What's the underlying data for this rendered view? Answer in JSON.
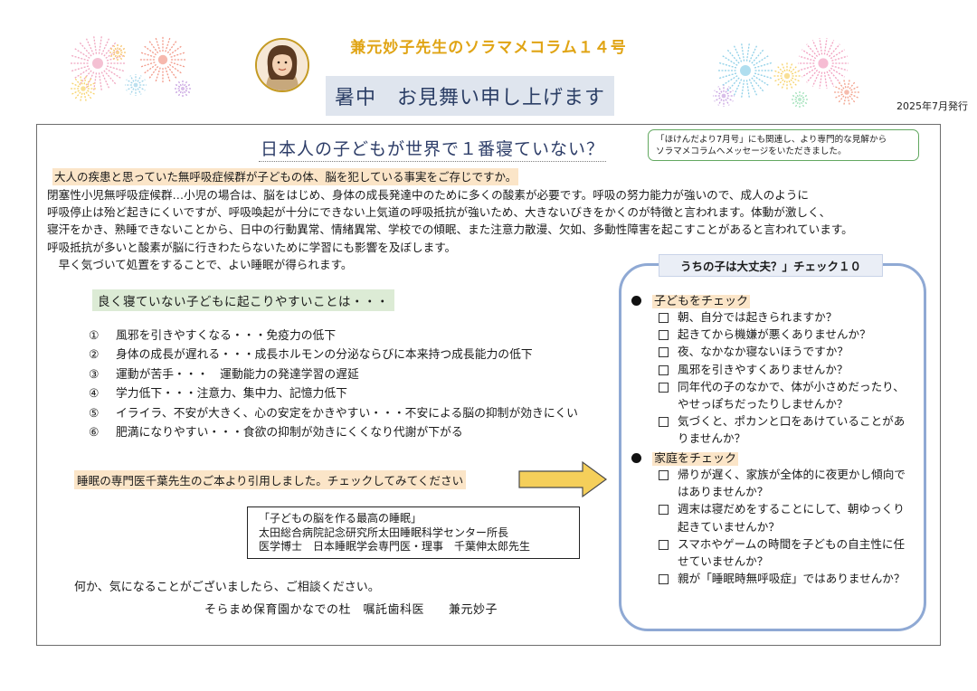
{
  "header": {
    "title": "兼元妙子先生のソラマメコラム１４号",
    "greeting": "暑中　お見舞い申し上げます",
    "date": "2025年7月発行"
  },
  "note": {
    "lines": [
      "「ほけんだより7月号」にも関連し、より専門的な見解から",
      "ソラマメコラムへメッセージをいただきました。"
    ]
  },
  "main": {
    "heading": "日本人の子どもが世界で１番寝ていない？",
    "lead": "大人の疾患と思っていた無呼吸症候群が子どもの体、脳を犯している事実をご存じですか。",
    "body_lines": [
      "閉塞性小児無呼吸症候群…小児の場合は、脳をはじめ、身体の成長発達中のために多くの酸素が必要です。呼吸の努力能力が強いので、成人のように",
      "呼吸停止は殆ど起きにくいですが、呼吸喚起が十分にできない上気道の呼吸抵抗が強いため、大きないびきをかくのが特徴と言われます。体動が激しく、",
      "寝汗をかき、熟睡できないことから、日中の行動異常、情緒異常、学校での傾眠、また注意力散漫、欠如、多動性障害を起こすことがあると言われています。",
      "呼吸抵抗が多いと酸素が脳に行きわたらないために学習にも影響を及ぼします。",
      "　早く気づいて処置をすることで、よい睡眠が得られます。"
    ],
    "symptom_heading": "良く寝ていない子どもに起こりやすいことは・・・",
    "symptoms": [
      {
        "num": "①",
        "text": "風邪を引きやすくなる・・・免疫力の低下"
      },
      {
        "num": "②",
        "text": "身体の成長が遅れる・・・成長ホルモンの分泌ならびに本来持つ成長能力の低下"
      },
      {
        "num": "③",
        "text": "運動が苦手・・・　運動能力の発達学習の遅延"
      },
      {
        "num": "④",
        "text": "学力低下・・・注意力、集中力、記憶力低下"
      },
      {
        "num": "⑤",
        "text": "イライラ、不安が大きく、心の安定をかきやすい・・・不安による脳の抑制が効きにくい"
      },
      {
        "num": "⑥",
        "text": "肥満になりやすい・・・食欲の抑制が効きにくくなり代謝が下がる"
      }
    ],
    "quote_line": "睡眠の専門医千葉先生のご本より引用しました。チェックしてみてください",
    "book": [
      "「子どもの脳を作る最高の睡眠」",
      "太田総合病院記念研究所太田睡眠科学センター所長",
      "医学博士　日本睡眠学会専門医・理事　千葉伸太郎先生"
    ],
    "closing": "何か、気になることがございましたら、ご相談ください。",
    "signature": "そらまめ保育園かなでの杜　嘱託歯科医　　兼元妙子"
  },
  "checklist": {
    "title": "うちの子は大丈夫？」チェック１０",
    "sections": [
      {
        "label": "子どもをチェック",
        "items": [
          "朝、自分では起きられますか？",
          "起きてから機嫌が悪くありませんか？",
          "夜、なかなか寝ないほうですか？",
          "風邪を引きやすくありませんか？",
          "同年代の子のなかで、体が小さめだったり、やせっぽちだったりしませんか？",
          "気づくと、ポカンと口をあけていることがありませんか？"
        ]
      },
      {
        "label": "家庭をチェック",
        "items": [
          "帰りが遅く、家族が全体的に夜更かし傾向ではありませんか？",
          "週末は寝だめをすることにして、朝ゆっくり起きていませんか？",
          "スマホやゲームの時間を子どもの自主性に任せていませんか？",
          "親が「睡眠時無呼吸症」ではありませんか？"
        ]
      }
    ]
  },
  "colors": {
    "title_gold": "#e0a414",
    "peach_highlight": "#fbe5c8",
    "green_highlight": "#dcebd5",
    "checklist_border": "#8fa9d4",
    "arrow_fill": "#f5cf5a"
  },
  "icons": [
    "firework-icon",
    "avatar-illustration",
    "arrow-right-icon",
    "checkbox-icon",
    "bullet-dot-icon"
  ]
}
